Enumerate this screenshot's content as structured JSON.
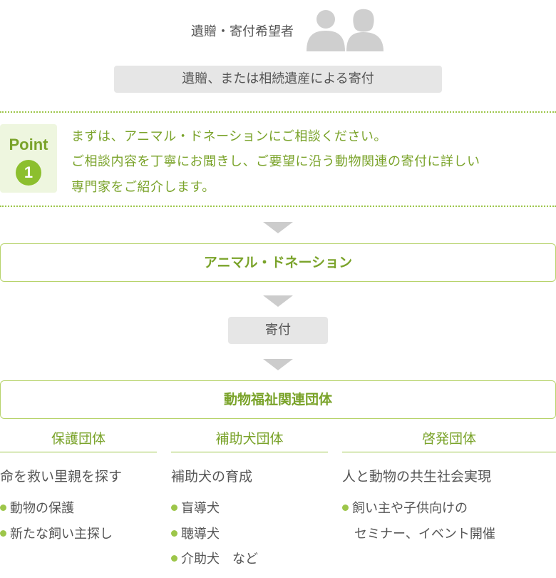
{
  "donor": {
    "label": "遺贈・寄付希望者",
    "icon": "two-people-icon"
  },
  "step_bequest": "遺贈、または相続遺産による寄付",
  "point": {
    "label": "Point",
    "number": "1",
    "lines": [
      "まずは、アニマル・ドネーションにご相談ください。",
      "ご相談内容を丁寧にお聞きし、ご要望に沿う動物関連の寄付に詳しい",
      "専門家をご紹介します。"
    ]
  },
  "org_name": "アニマル・ドネーション",
  "step_donation": "寄付",
  "group_label": "動物福祉関連団体",
  "columns": [
    {
      "title": "保護団体",
      "subtitle": "命を救い里親を探す",
      "bullets": [
        "動物の保護",
        "新たな飼い主探し"
      ]
    },
    {
      "title": "補助犬団体",
      "subtitle": "補助犬の育成",
      "bullets": [
        "盲導犬",
        "聴導犬",
        "介助犬　など"
      ]
    },
    {
      "title": "啓発団体",
      "subtitle": "人と動物の共生社会実現",
      "bullets": [
        "飼い主や子供向けの"
      ],
      "bullet_continuation": "セミナー、イベント開催"
    }
  ],
  "colors": {
    "accent_green": "#7aa32a",
    "light_green_bg": "#eef6df",
    "border_green": "#b7d36b",
    "grey_fill": "#e6e6e6",
    "arrow_grey": "#cccccc",
    "icon_grey": "#cfcfcf"
  }
}
